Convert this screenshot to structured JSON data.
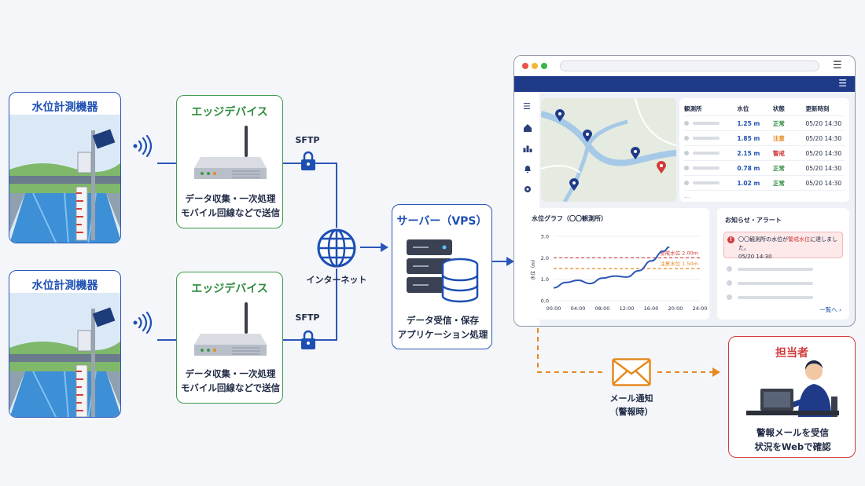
{
  "sensor": {
    "title": "水位計測機器"
  },
  "edge": {
    "title": "エッジデバイス",
    "line1": "データ収集・一次処理",
    "line2": "モバイル回線などで送信"
  },
  "sftp_label": "SFTP",
  "internet_label": "インターネット",
  "server": {
    "title": "サーバー（VPS）",
    "line1": "データ受信・保存",
    "line2": "アプリケーション処理"
  },
  "mail": {
    "line1": "メール通知",
    "line2": "（警報時）"
  },
  "person": {
    "title": "担当者",
    "line1": "警報メールを受信",
    "line2": "状況をWebで確認"
  },
  "dashboard": {
    "table": {
      "headers": [
        "観測所",
        "水位",
        "状態",
        "更新時刻"
      ],
      "rows": [
        {
          "level": "1.25 m",
          "status": "正常",
          "status_color": "#2f8c3e",
          "time": "05/20 14:30"
        },
        {
          "level": "1.85 m",
          "status": "注意",
          "status_color": "#e58a1f",
          "time": "05/20 14:30"
        },
        {
          "level": "2.15 m",
          "status": "警戒",
          "status_color": "#d23b3b",
          "time": "05/20 14:30"
        },
        {
          "level": "0.78 m",
          "status": "正常",
          "status_color": "#2f8c3e",
          "time": "05/20 14:30"
        },
        {
          "level": "1.02 m",
          "status": "正常",
          "status_color": "#2f8c3e",
          "time": "05/20 14:30"
        }
      ],
      "more": "..."
    },
    "graph": {
      "title": "水位グラフ（〇〇観測所）",
      "ylabel": "水位（m）",
      "warn_label": "警戒水位 2.00m",
      "caution_label": "注意水位 1.50m"
    },
    "alerts": {
      "title": "お知らせ・アラート",
      "message_pre": "〇〇観測所の水位が",
      "message_em": "警戒水位",
      "message_post": "に達しました。",
      "time": "05/20 14:30",
      "more": "一覧へ"
    }
  },
  "chart_data": {
    "type": "line",
    "x": [
      "00:00",
      "04:00",
      "08:00",
      "12:00",
      "16:00",
      "20:00",
      "24:00"
    ],
    "xticks": [
      "00:00",
      "04:00",
      "08:00",
      "12:00",
      "16:00",
      "20:00",
      "24:00"
    ],
    "yticks": [
      "0.0",
      "1.0",
      "2.0",
      "3.0"
    ],
    "ylim": [
      0,
      3
    ],
    "xlim": [
      0,
      24
    ],
    "series": [
      {
        "points": [
          [
            0,
            0.6
          ],
          [
            2,
            0.85
          ],
          [
            4,
            0.95
          ],
          [
            6,
            0.8
          ],
          [
            8,
            1.05
          ],
          [
            10,
            1.15
          ],
          [
            12,
            1.1
          ],
          [
            14,
            1.4
          ],
          [
            16,
            1.85
          ],
          [
            18,
            2.3
          ],
          [
            19,
            2.5
          ]
        ],
        "color": "#2b56b8"
      }
    ],
    "thresholds": [
      {
        "value": 2.0,
        "color": "#d23b3b"
      },
      {
        "value": 1.5,
        "color": "#e58a1f"
      }
    ]
  }
}
